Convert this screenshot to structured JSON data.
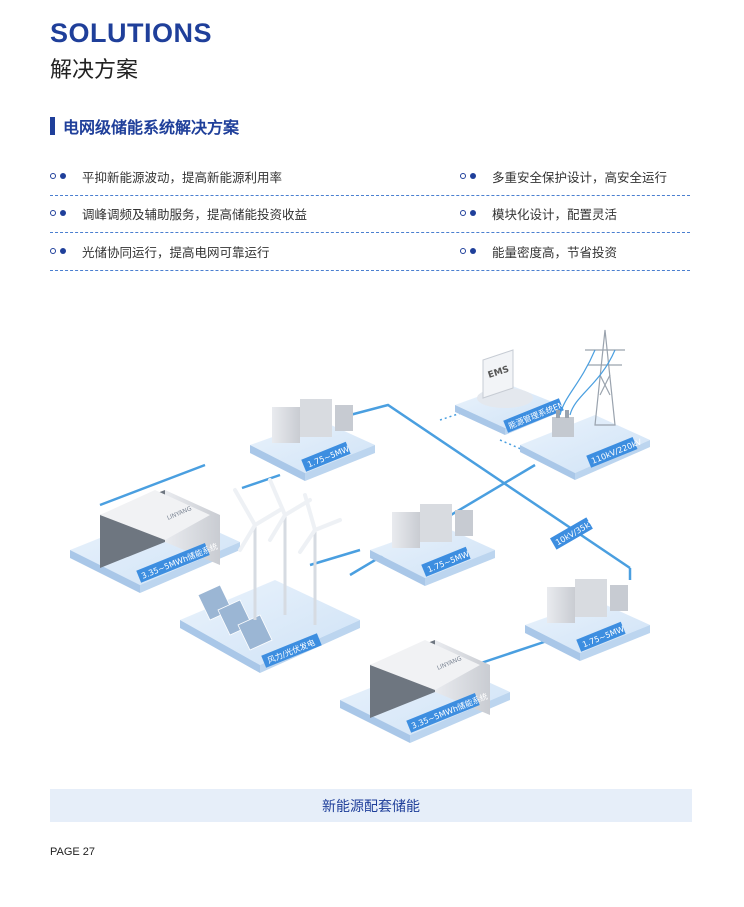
{
  "header": {
    "title_en": "SOLUTIONS",
    "title_cn": "解决方案"
  },
  "section": {
    "title": "电网级储能系统解决方案"
  },
  "features": {
    "left": [
      "平抑新能源波动，提高新能源利用率",
      "调峰调频及辅助服务，提高储能投资收益",
      "光储协同运行，提高电网可靠运行"
    ],
    "right": [
      "多重安全保护设计，高安全运行",
      "模块化设计，配置灵活",
      "能量密度高，节省投资"
    ]
  },
  "diagram": {
    "ems_screen": "EMS",
    "ems_label": "能源管理系统EMS",
    "tower_label": "110kV/220kV",
    "line_label": "10kV/35kV",
    "pcs_label": "1.75~5MW",
    "storage_label": "3.35~5MWh储能系统",
    "brand": "LINYANG",
    "renewable_label": "风力/光伏发电"
  },
  "footer": {
    "banner": "新能源配套储能",
    "page": "PAGE 27"
  },
  "colors": {
    "accent": "#1f3f9a",
    "line": "#4a9fe0",
    "platform": "#dbe9f8",
    "label_bg": "#3d8ee0"
  }
}
